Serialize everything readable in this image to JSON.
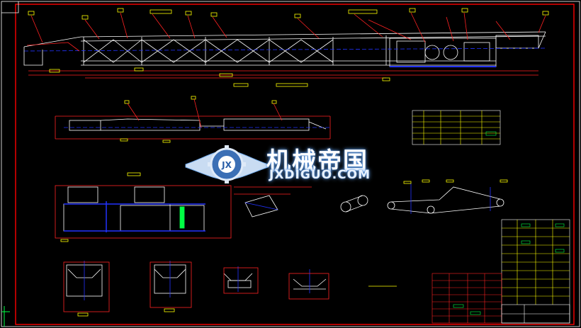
{
  "watermark": {
    "logo_letters": "JX",
    "title_cn": "机械帝国",
    "domain": "JXDIGUO.COM"
  },
  "colors": {
    "background": "#000000",
    "frame": "#ff0000",
    "outline": "#ffffff",
    "dims": "#ff2222",
    "labels": "#ffff00",
    "centerline": "#2233ff",
    "green": "#00ff44",
    "cyan": "#00ffff",
    "magenta": "#ff44ff"
  }
}
